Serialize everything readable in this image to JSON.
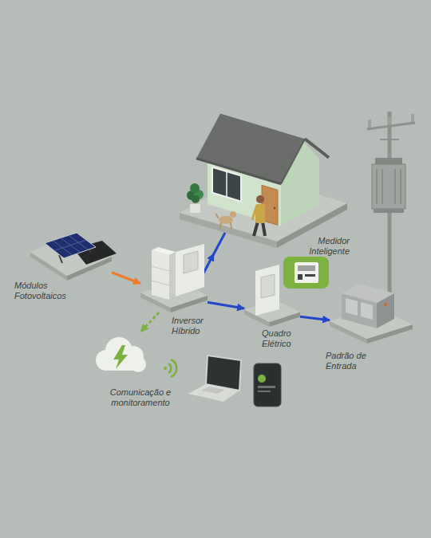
{
  "diagram": {
    "nodes": [
      {
        "text": [
          "Módulos Fotovoltaicos"
        ]
      },
      {
        "text": [
          "Inversor Híbrido"
        ]
      },
      {
        "text": [
          "Quadro Elétrico"
        ]
      },
      {
        "text": [
          "Medidor Inteligente"
        ]
      },
      {
        "text": [
          "Padrão de Entrada"
        ]
      },
      {
        "text": [
          "Comunicação e monitoramento"
        ]
      }
    ],
    "edges": [
      {
        "from": 0,
        "to": 1,
        "arrow": "to"
      },
      {
        "from": 1,
        "to": 2,
        "arrow": "to"
      },
      {
        "from": 2,
        "to": 4,
        "arrow": "to"
      },
      {
        "from": 1,
        "to": 5,
        "arrow": "to"
      }
    ]
  }
}
